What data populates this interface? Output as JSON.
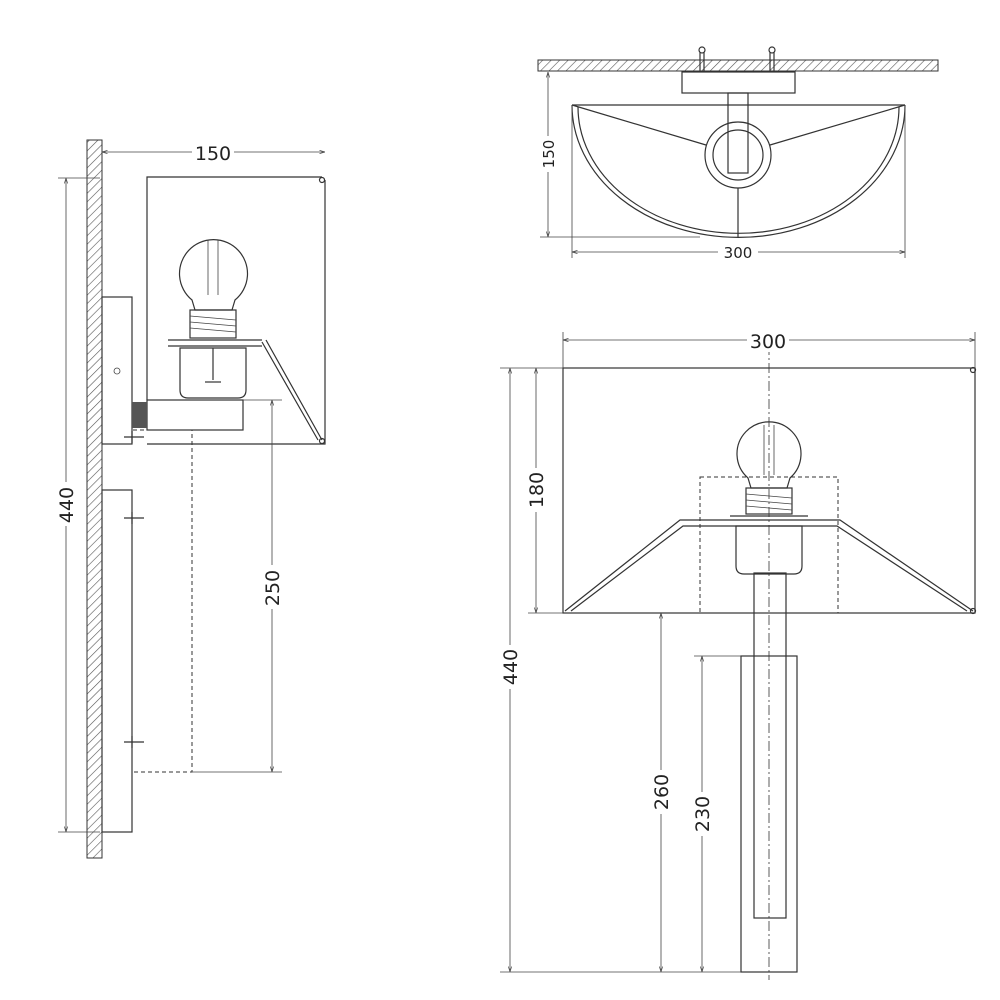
{
  "side_view": {
    "width_dim": "150",
    "height_dim": "440",
    "arm_dim": "250"
  },
  "top_view": {
    "depth_dim": "150",
    "width_dim": "300"
  },
  "front_view": {
    "width_dim": "300",
    "shade_height_dim": "180",
    "total_height_dim": "440",
    "arm_height_dim": "260",
    "plate_height_dim": "230"
  }
}
